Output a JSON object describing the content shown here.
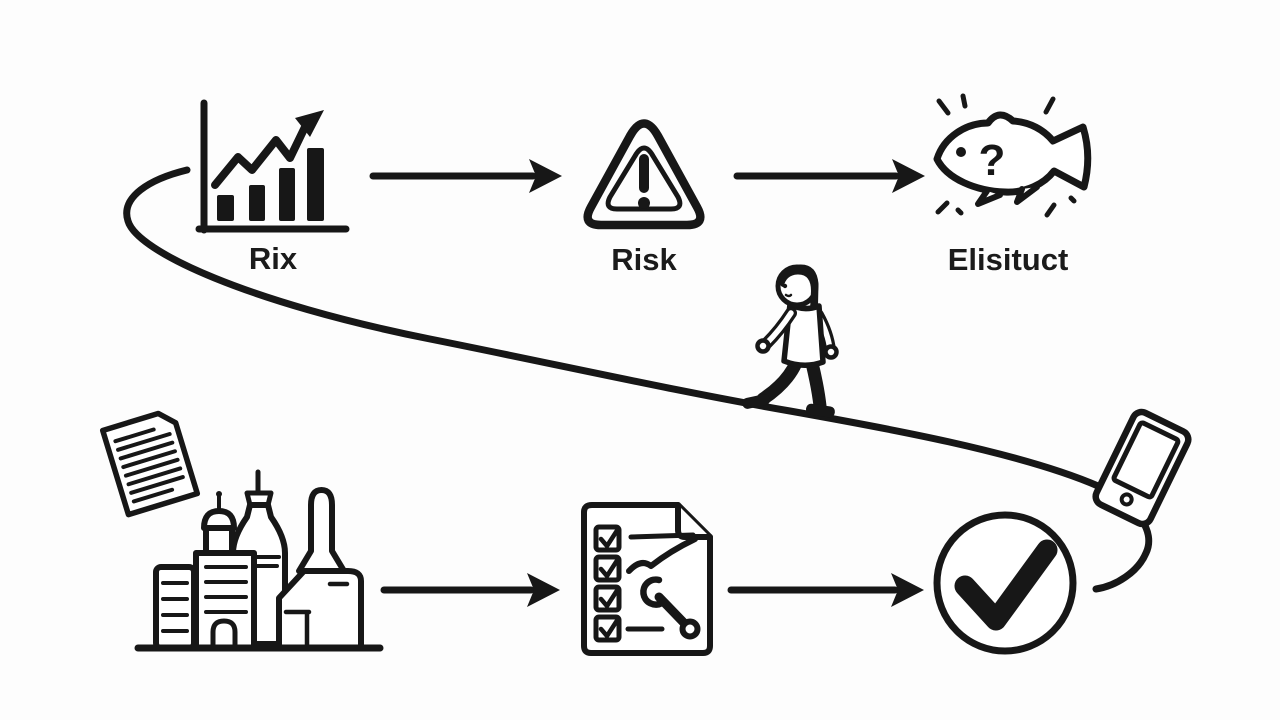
{
  "illustration": {
    "colors": {
      "background": "#fdfdfd",
      "ink": "#171717",
      "label": "#1b1b1b"
    },
    "top_flow": {
      "chart_label": "Rix",
      "warning_label": "Risk",
      "fish_label": "Elisituct",
      "fish_glyph": "?"
    },
    "icons": {
      "growth_chart": "bar-chart-rising-arrow",
      "flow_arrow": "right-arrow",
      "warning_triangle": "triangle-exclamation",
      "fish_question": "fish-question-sparks",
      "curved_path": "s-curve-rope",
      "walking_person": "person-walking-on-path",
      "document": "tilted-lined-paper",
      "factory_bottles": "buildings-and-bottles",
      "checklist_wrench": "checklist-with-wrench",
      "approved_check": "circle-checkmark",
      "tablet": "tilted-tablet"
    }
  }
}
